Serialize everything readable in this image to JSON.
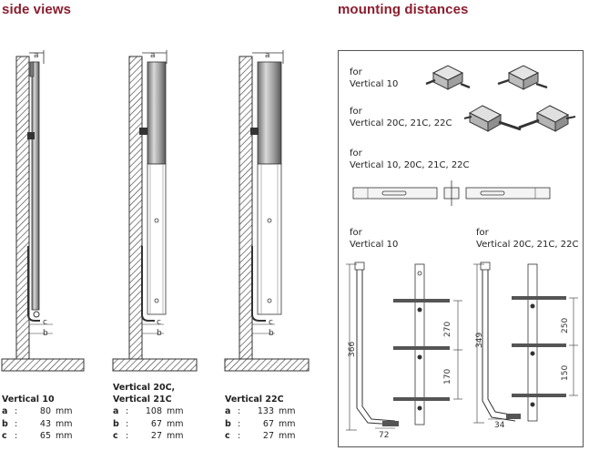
{
  "headings": {
    "side_views": "side views",
    "mounting": "mounting distances"
  },
  "side_views": [
    {
      "model_lines": [
        "Vertical 10"
      ],
      "rows": [
        {
          "key": "a",
          "value": "80",
          "unit": "mm"
        },
        {
          "key": "b",
          "value": "43",
          "unit": "mm"
        },
        {
          "key": "c",
          "value": "65",
          "unit": "mm"
        }
      ]
    },
    {
      "model_lines": [
        "Vertical 20C,",
        "Vertical 21C"
      ],
      "rows": [
        {
          "key": "a",
          "value": "108",
          "unit": "mm"
        },
        {
          "key": "b",
          "value": "67",
          "unit": "mm"
        },
        {
          "key": "c",
          "value": "27",
          "unit": "mm"
        }
      ]
    },
    {
      "model_lines": [
        "Vertical 22C"
      ],
      "rows": [
        {
          "key": "a",
          "value": "133",
          "unit": "mm"
        },
        {
          "key": "b",
          "value": "67",
          "unit": "mm"
        },
        {
          "key": "c",
          "value": "27",
          "unit": "mm"
        }
      ]
    }
  ],
  "dimension_letters": {
    "a": "a",
    "b": "b",
    "c": "c"
  },
  "separator": ":",
  "mounting": {
    "bracket_sets": [
      {
        "for": "for",
        "models": "Vertical 10"
      },
      {
        "for": "for",
        "models": "Vertical 20C, 21C, 22C"
      },
      {
        "for": "for",
        "models": "Vertical 10, 20C, 21C, 22C"
      }
    ],
    "left_drawing": {
      "for": "for",
      "models": "Vertical 10",
      "height": "366",
      "upper": "270",
      "lower": "170",
      "bottom": "72"
    },
    "right_drawing": {
      "for": "for",
      "models": "Vertical 20C, 21C, 22C",
      "height": "349",
      "upper": "250",
      "lower": "150",
      "bottom": "34"
    }
  }
}
